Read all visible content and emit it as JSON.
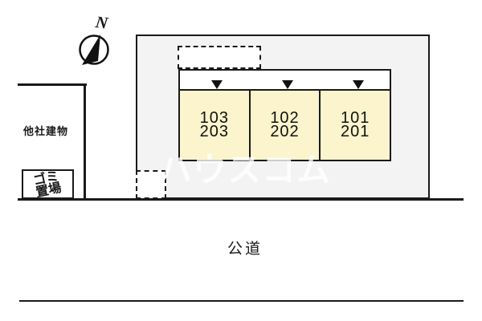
{
  "compass": {
    "north_label": "N"
  },
  "plan": {
    "stall_marker_icon": "down-triangle",
    "stall_markers": [
      "▼",
      "▼",
      "▼"
    ],
    "units": [
      {
        "first_floor": "103",
        "second_floor": "203"
      },
      {
        "first_floor": "102",
        "second_floor": "202"
      },
      {
        "first_floor": "101",
        "second_floor": "201"
      }
    ]
  },
  "neighbor": {
    "building_label": "他社建物",
    "garbage_area_label": [
      "ゴミ",
      "置場"
    ]
  },
  "road": {
    "label": "公道"
  },
  "watermark": {
    "text": "ハウスコム"
  },
  "colors": {
    "unit_fill": "#FBF4CC",
    "site_fill": "#F3F3F3",
    "line": "#1A1A1A",
    "watermark_text": "rgba(255,255,255,0.78)"
  }
}
